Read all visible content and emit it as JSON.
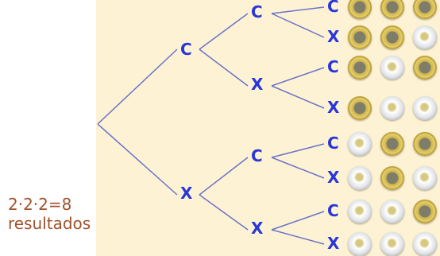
{
  "labels": {
    "heads": "C",
    "tails": "X"
  },
  "caption": {
    "line1": "2·2·2=8",
    "line2": "resultados"
  },
  "outcomes": [
    [
      "C",
      "C",
      "C"
    ],
    [
      "C",
      "C",
      "X"
    ],
    [
      "C",
      "X",
      "C"
    ],
    [
      "C",
      "X",
      "X"
    ],
    [
      "X",
      "C",
      "C"
    ],
    [
      "X",
      "C",
      "X"
    ],
    [
      "X",
      "X",
      "C"
    ],
    [
      "X",
      "X",
      "X"
    ]
  ],
  "colors": {
    "panel": "#fdf3d4",
    "branch": "#6b72c8",
    "node": "#2a37d8",
    "caption": "#a0522d"
  },
  "icons": {
    "heads": "gold-euro-coin-icon",
    "tails": "bimetal-euro-coin-icon"
  }
}
